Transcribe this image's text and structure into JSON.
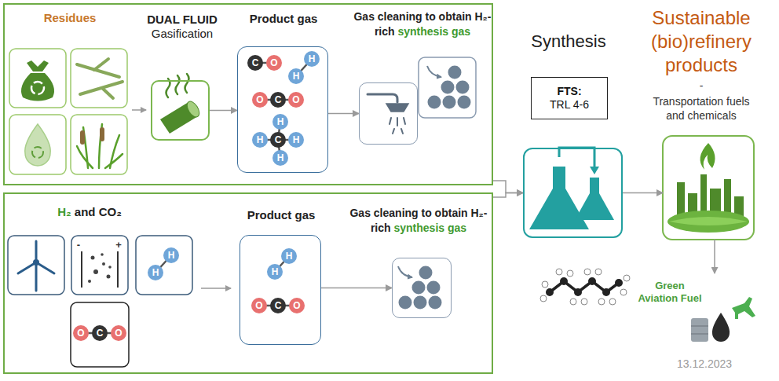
{
  "diagram": {
    "nodes": [
      {
        "text": [
          "Residues"
        ]
      },
      {
        "text": [
          "DUAL FLUID",
          "Gasification"
        ],
        "in": 0
      },
      {
        "text": [
          "Product gas"
        ],
        "in": 0
      },
      {
        "text": [
          "Gas cleaning to obtain H₂-rich",
          "synthesis gas"
        ],
        "in": 0
      },
      {
        "text": [
          "H₂",
          "and CO₂"
        ]
      },
      {
        "text": [
          "Product gas"
        ],
        "in": 4
      },
      {
        "text": [
          "Gas cleaning to obtain H₂-rich",
          "synthesis gas"
        ],
        "in": 4
      },
      {
        "text": [
          "FTS:",
          "TRL 4-6"
        ]
      },
      {
        "text": [
          "Synthesis"
        ]
      },
      {
        "text": [
          "Sustainable (bio)refinery products",
          "-",
          "Transportation fuels and chemicals"
        ]
      },
      {
        "text": [
          "Green Aviation Fuel"
        ]
      }
    ],
    "edges": [
      {
        "from": 1,
        "to": 2,
        "arrow": "to"
      },
      {
        "from": 2,
        "to": 3,
        "arrow": "to"
      },
      {
        "from": 5,
        "to": 6,
        "arrow": "to"
      },
      {
        "from": 0,
        "to": 8,
        "arrow": "to"
      },
      {
        "from": 4,
        "to": 8,
        "arrow": "to"
      },
      {
        "from": 8,
        "to": 9,
        "arrow": "to"
      },
      {
        "from": 9,
        "to": 10,
        "arrow": "to"
      }
    ],
    "labels": [
      "C",
      "O",
      "H",
      "H",
      "O",
      "C",
      "O",
      "H",
      "H",
      "C",
      "H",
      "H",
      "-",
      "+",
      "H",
      "H",
      "O",
      "C",
      "O",
      "H",
      "H",
      "O",
      "C",
      "O",
      "13.12.2023"
    ]
  }
}
